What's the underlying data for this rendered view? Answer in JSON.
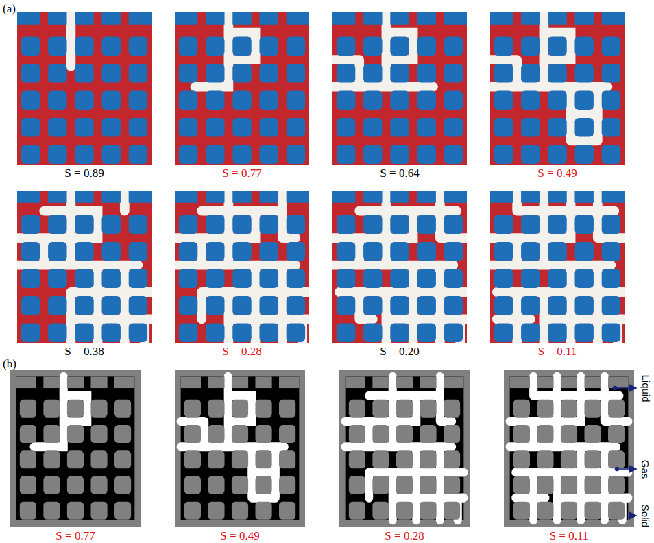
{
  "diagram": {
    "labels": [
      "(a)",
      "S = 0.89",
      "S = 0.77",
      "S = 0.64",
      "S = 0.49",
      "S = 0.38",
      "S = 0.28",
      "S = 0.20",
      "S = 0.11",
      "(b)",
      "S = 0.77",
      "S = 0.49",
      "S = 0.28",
      "S = 0.11",
      "Liquid",
      "Gas",
      "Solid"
    ]
  }
}
